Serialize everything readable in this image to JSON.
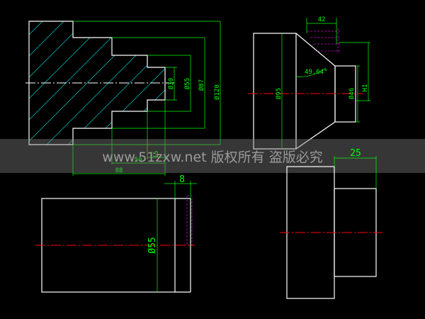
{
  "drawing": {
    "view1": {
      "dims": {
        "d120": "Ø120",
        "d87": "Ø87",
        "d55": "Ø55",
        "d30": "Ø30",
        "l15": "15",
        "l50": "50",
        "l88": "88"
      }
    },
    "view2": {
      "dims": {
        "top": "42",
        "d95": "Ø95",
        "d46": "Ø46",
        "h": "H1",
        "angle": "49.64°"
      }
    },
    "view3": {
      "dims": {
        "l8": "8",
        "d55": "Ø55"
      }
    },
    "view4": {
      "dims": {
        "l25": "25"
      }
    }
  },
  "watermark": {
    "text": "www.51zxw.net 版权所有 盗版必究"
  },
  "colors": {
    "outline": "#ffffff",
    "dimension": "#00ff00",
    "centerline": "#ff0000",
    "hatch": "#00cccc",
    "hidden": "#cc00cc",
    "watermark_band": "#808080"
  }
}
